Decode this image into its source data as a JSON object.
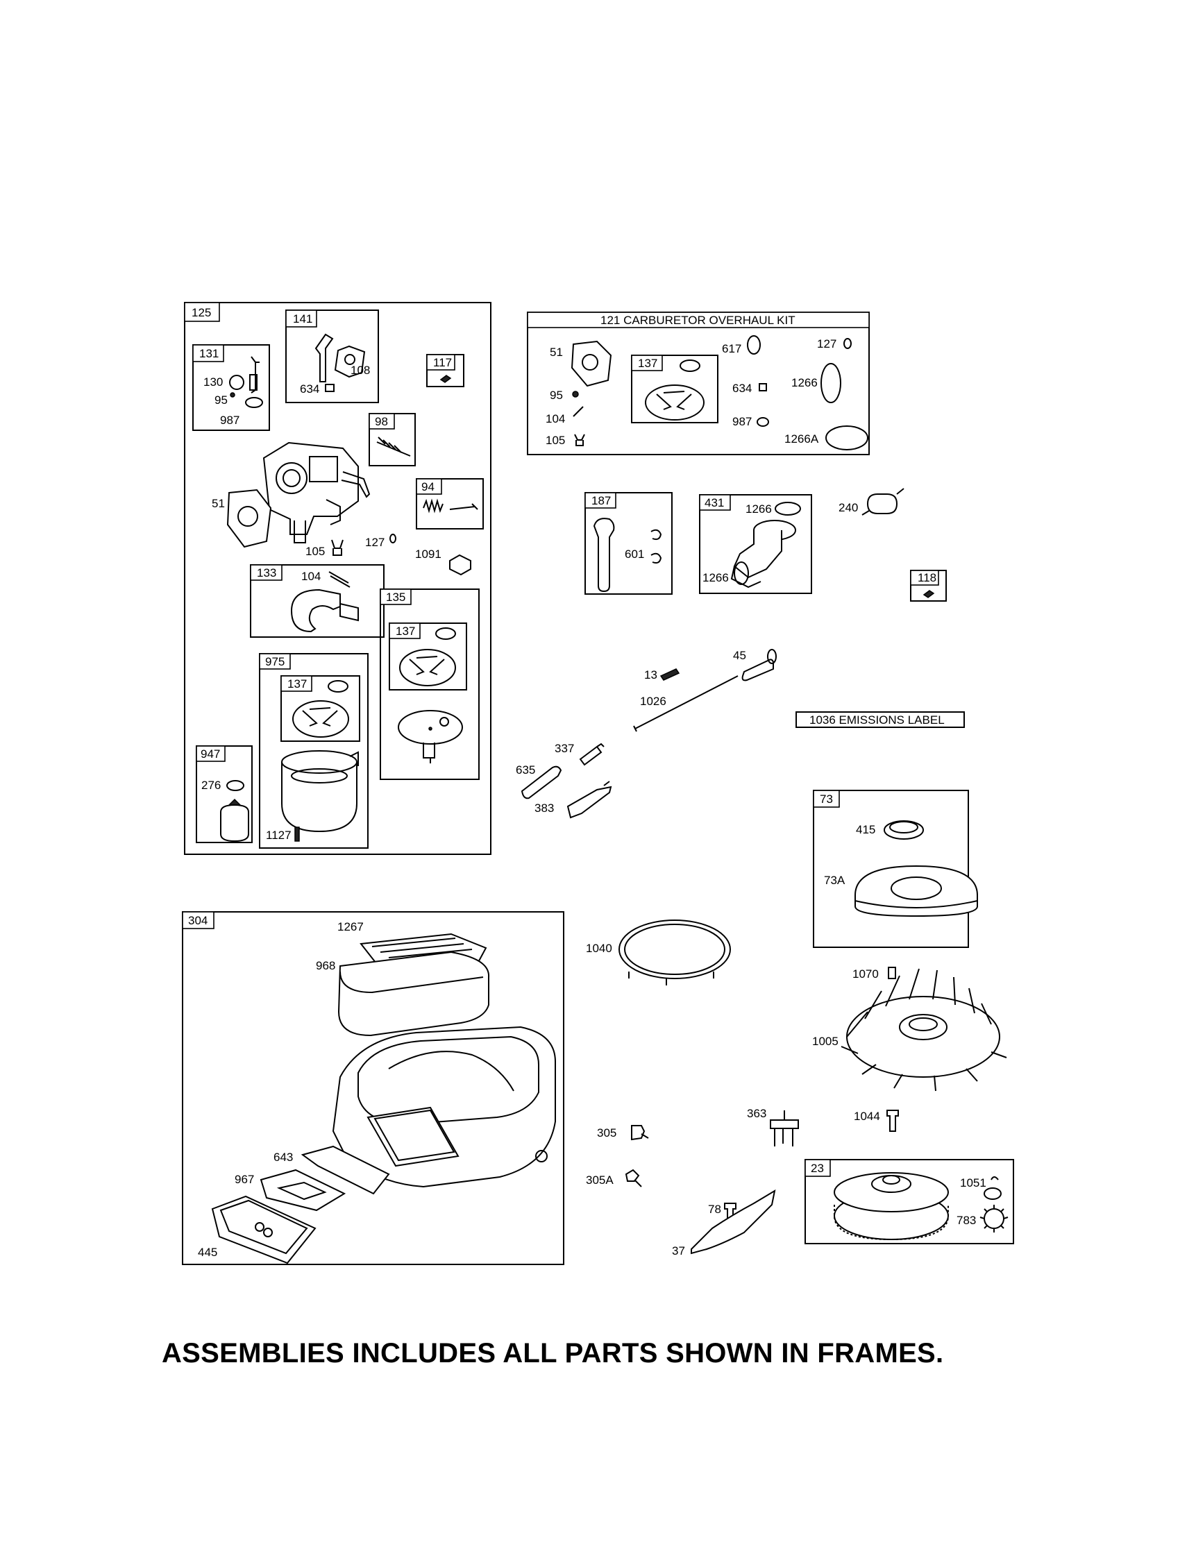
{
  "caption": "ASSEMBLIES INCLUDES ALL PARTS SHOWN IN FRAMES.",
  "frame_tags": {
    "f125": "125",
    "f141": "141",
    "f131": "131",
    "f117": "117",
    "f98": "98",
    "f94": "94",
    "f133": "133",
    "f135": "135",
    "f135_137": "137",
    "f975": "975",
    "f975_137": "137",
    "f947": "947",
    "f121": "121 CARBURETOR OVERHAUL KIT",
    "f121_137": "137",
    "f187": "187",
    "f431": "431",
    "f118": "118",
    "f1036": "1036 EMISSIONS LABEL",
    "f73": "73",
    "f304": "304",
    "f23": "23"
  },
  "callouts": {
    "c130": "130",
    "c95a": "95",
    "c987a": "987",
    "c634a": "634",
    "c108": "108",
    "c51a": "51",
    "c105a": "105",
    "c127a": "127",
    "c1091": "1091",
    "c104a": "104",
    "c276": "276",
    "c1127": "1127",
    "c51b": "51",
    "c95b": "95",
    "c104b": "104",
    "c105b": "105",
    "c617": "617",
    "c127b": "127",
    "c634b": "634",
    "c1266a": "1266",
    "c987b": "987",
    "c1266A": "1266A",
    "c601": "601",
    "c1266b": "1266",
    "c1266c": "1266",
    "c240": "240",
    "c13": "13",
    "c45": "45",
    "c1026": "1026",
    "c337": "337",
    "c635": "635",
    "c383": "383",
    "c415": "415",
    "c73A": "73A",
    "c1040": "1040",
    "c1070": "1070",
    "c1005": "1005",
    "c1267": "1267",
    "c968": "968",
    "c643": "643",
    "c967": "967",
    "c445": "445",
    "c305": "305",
    "c305A": "305A",
    "c363": "363",
    "c1044": "1044",
    "c78": "78",
    "c37": "37",
    "c1051": "1051",
    "c783": "783"
  }
}
